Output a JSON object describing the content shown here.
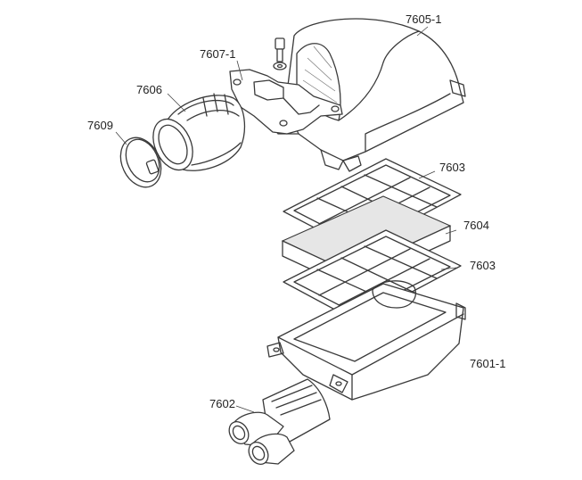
{
  "labels": {
    "p7605_1": "7605-1",
    "p7607_1": "7607-1",
    "p7606": "7606",
    "p7609": "7609",
    "p7603_top": "7603",
    "p7604": "7604",
    "p7603_bottom": "7603",
    "p7601_1": "7601-1",
    "p7602": "7602"
  }
}
